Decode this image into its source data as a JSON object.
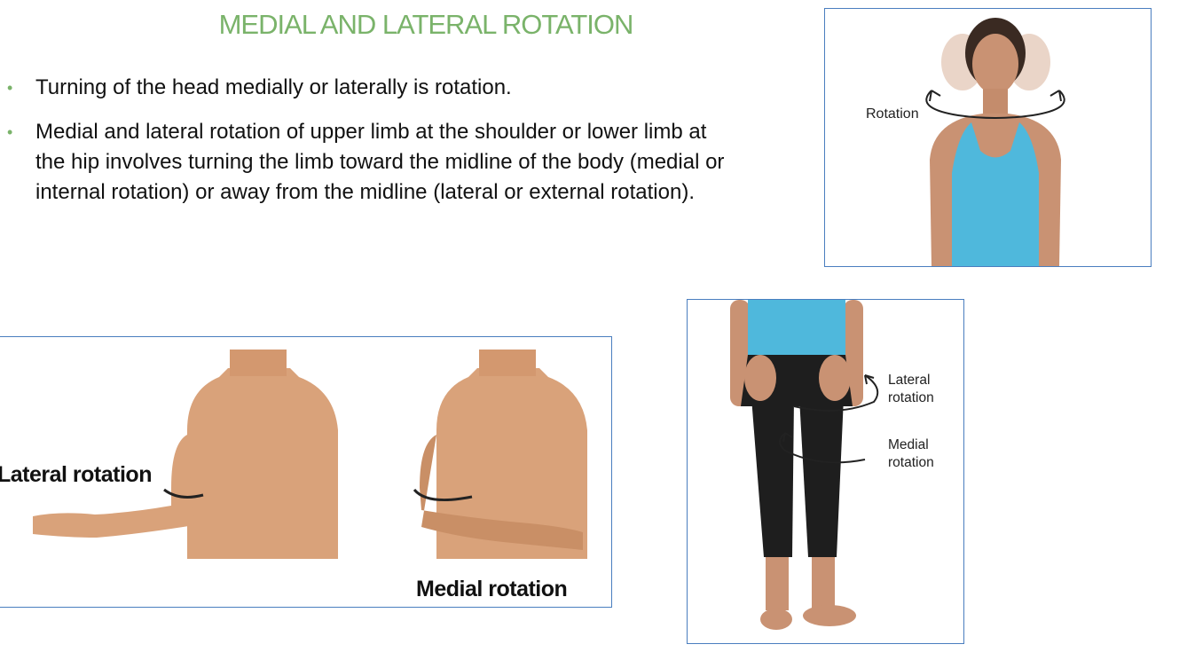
{
  "title": "MEDIAL AND LATERAL ROTATION",
  "bullets": [
    "Turning of the head medially or laterally is rotation.",
    "Medial and lateral rotation of upper limb at the shoulder or lower limb at the hip involves turning the limb toward the midline of the body (medial or internal rotation) or away from the midline (lateral or external rotation)."
  ],
  "bullet_marker": "•",
  "figures": {
    "head": {
      "label": "Rotation"
    },
    "arm": {
      "lateral_label": "Lateral rotation",
      "medial_label": "Medial rotation"
    },
    "leg": {
      "lateral_label_line1": "Lateral",
      "lateral_label_line2": "rotation",
      "medial_label_line1": "Medial",
      "medial_label_line2": "rotation"
    }
  },
  "colors": {
    "accent_green": "#7ab36a",
    "frame_blue": "#4a7ebf",
    "skin": "#d9a27a",
    "tank_top": "#4fb8dc",
    "leggings": "#1e1e1e"
  }
}
